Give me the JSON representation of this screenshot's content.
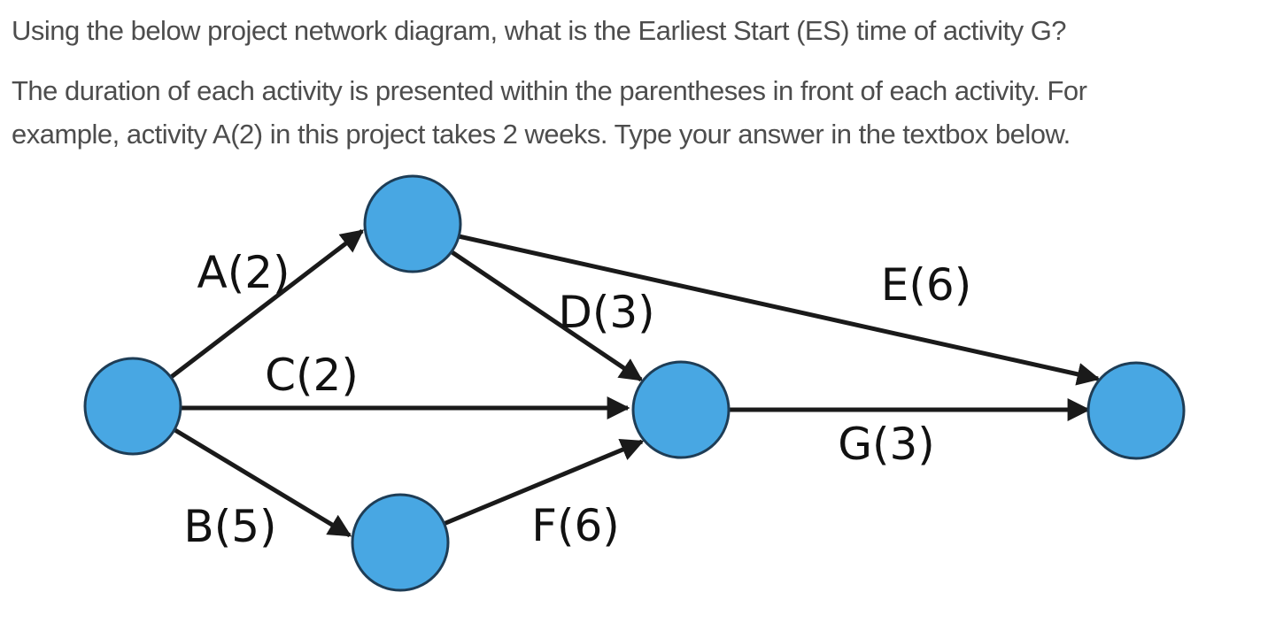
{
  "question": {
    "prompt": "Using the below project network diagram, what is the Earliest Start (ES) time of activity G?",
    "instructions_line1": "The duration of each activity is presented within the parentheses in front of each activity. For",
    "instructions_line2": "example, activity A(2) in this project takes 2 weeks. Type your answer in the textbox below.",
    "instructions_full": "The duration of each activity is presented within the parentheses in front of each activity. For example, activity A(2) in this project takes 2 weeks. Type your answer in the textbox below."
  },
  "diagram": {
    "type": "activity-on-arrow project network",
    "node_count": 5,
    "nodes": [
      "start",
      "top",
      "bottom",
      "middle",
      "end"
    ],
    "activities": [
      {
        "name": "A",
        "duration": 2,
        "label": "A(2)",
        "from": "start",
        "to": "top"
      },
      {
        "name": "B",
        "duration": 5,
        "label": "B(5)",
        "from": "start",
        "to": "bottom"
      },
      {
        "name": "C",
        "duration": 2,
        "label": "C(2)",
        "from": "start",
        "to": "middle"
      },
      {
        "name": "D",
        "duration": 3,
        "label": "D(3)",
        "from": "top",
        "to": "middle"
      },
      {
        "name": "E",
        "duration": 6,
        "label": "E(6)",
        "from": "top",
        "to": "end"
      },
      {
        "name": "F",
        "duration": 6,
        "label": "F(6)",
        "from": "bottom",
        "to": "middle"
      },
      {
        "name": "G",
        "duration": 3,
        "label": "G(3)",
        "from": "middle",
        "to": "end"
      }
    ]
  },
  "colors": {
    "question_text": "#4d4d4d",
    "node_fill": "#48a7e3",
    "node_stroke": "#1e3d56",
    "edge_color": "#1a1a1a",
    "label_color": "#111111",
    "page_bg": "#ffffff"
  }
}
